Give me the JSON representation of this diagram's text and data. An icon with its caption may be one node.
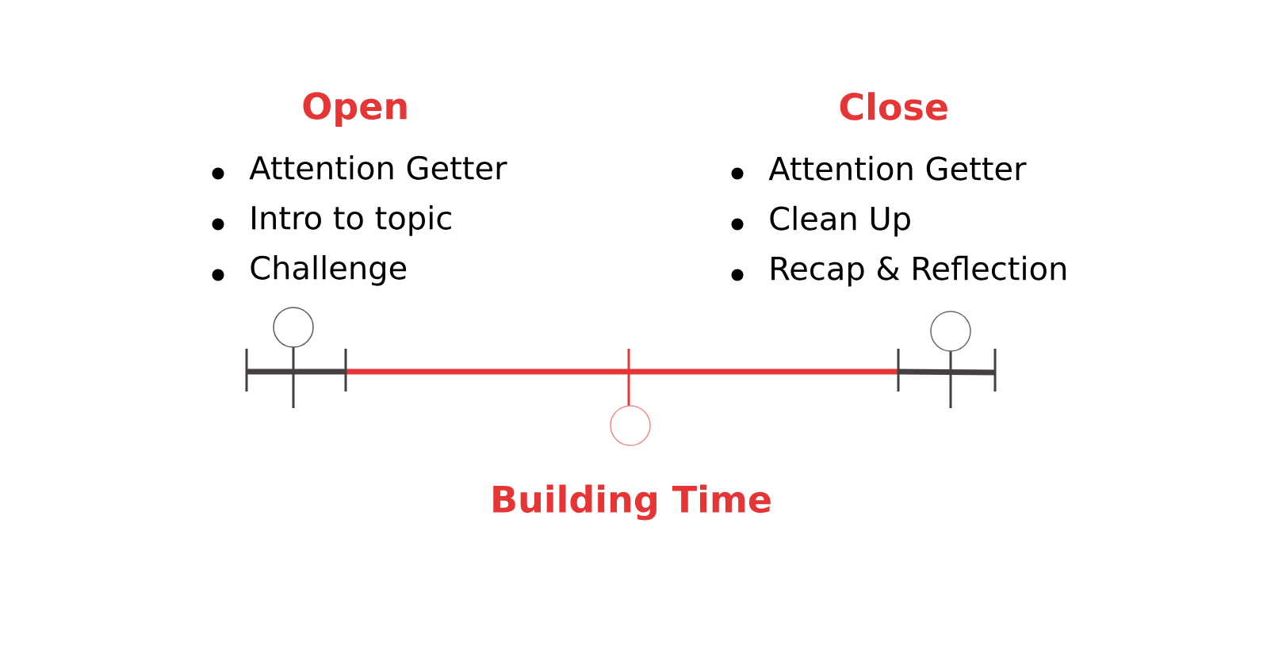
{
  "diagram": {
    "nodes": [
      {
        "text": [
          "Open",
          "Attention Getter",
          "Intro to topic",
          "Challenge"
        ]
      },
      {
        "text": [
          "Close",
          "Attention Getter",
          "Clean Up",
          "Recap & Reflection"
        ]
      },
      {
        "text": [],
        "shape": "circle"
      },
      {
        "text": [],
        "shape": "circle"
      },
      {
        "text": [],
        "shape": "circle"
      },
      {
        "text": [
          "Building Time"
        ]
      }
    ]
  }
}
